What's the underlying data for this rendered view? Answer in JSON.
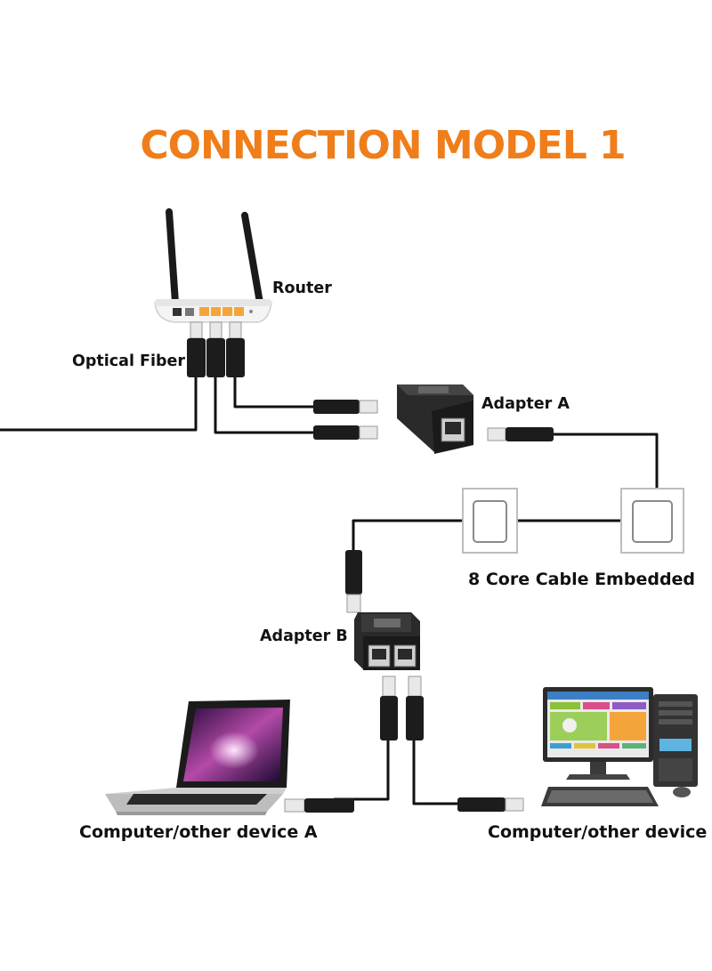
{
  "title": "CONNECTION MODEL 1",
  "labels": {
    "router": "Router",
    "optical_fiber": "Optical Fiber",
    "adapter_a": "Adapter A",
    "cable_embedded": "8 Core Cable Embedded",
    "adapter_b": "Adapter B",
    "device_a": "Computer/other device A",
    "device_b": "Computer/other device B"
  },
  "colors": {
    "title": "#ef7d1a",
    "cable": "#111111",
    "port_orange": "#f3a53c"
  }
}
